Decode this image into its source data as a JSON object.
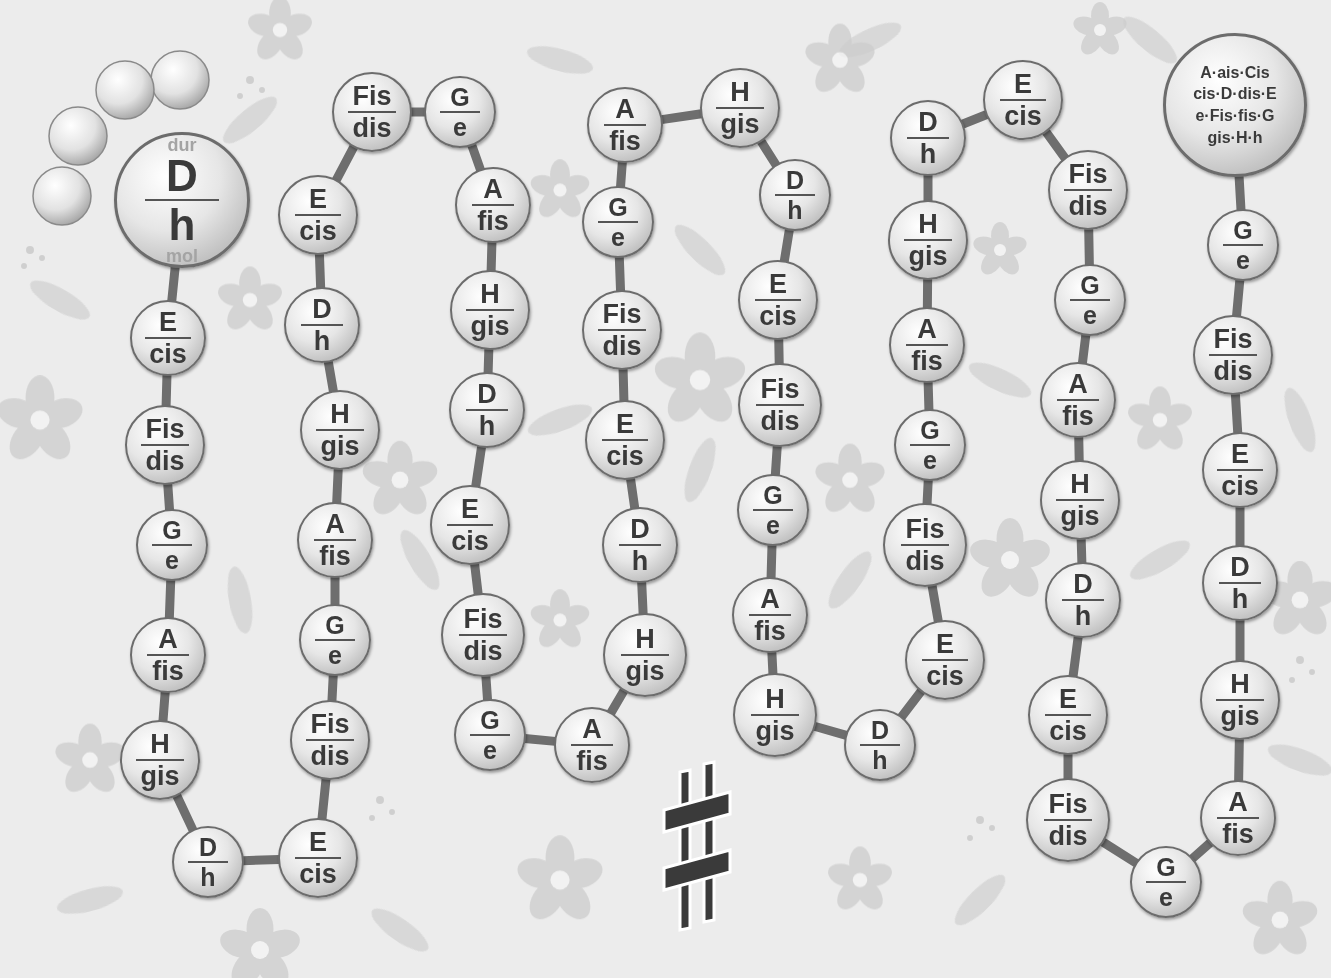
{
  "diagram": {
    "nodes": [
      {
        "text": [
          "D",
          "h",
          "dur",
          "mol"
        ]
      },
      {
        "text": [
          "E",
          "cis"
        ]
      },
      {
        "text": [
          "Fis",
          "dis"
        ]
      },
      {
        "text": [
          "G",
          "e"
        ]
      },
      {
        "text": [
          "A",
          "fis"
        ]
      },
      {
        "text": [
          "H",
          "gis"
        ]
      },
      {
        "text": [
          "D",
          "h"
        ]
      },
      {
        "text": [
          "E",
          "cis"
        ]
      },
      {
        "text": [
          "Fis",
          "dis"
        ]
      },
      {
        "text": [
          "G",
          "e"
        ]
      },
      {
        "text": [
          "A",
          "fis"
        ]
      },
      {
        "text": [
          "H",
          "gis"
        ]
      },
      {
        "text": [
          "D",
          "h"
        ]
      },
      {
        "text": [
          "E",
          "cis"
        ]
      },
      {
        "text": [
          "Fis",
          "dis"
        ]
      },
      {
        "text": [
          "G",
          "e"
        ]
      },
      {
        "text": [
          "A",
          "fis"
        ]
      },
      {
        "text": [
          "H",
          "gis"
        ]
      },
      {
        "text": [
          "D",
          "h"
        ]
      },
      {
        "text": [
          "E",
          "cis"
        ]
      },
      {
        "text": [
          "Fis",
          "dis"
        ]
      },
      {
        "text": [
          "G",
          "e"
        ]
      },
      {
        "text": [
          "A",
          "fis"
        ]
      },
      {
        "text": [
          "H",
          "gis"
        ]
      },
      {
        "text": [
          "D",
          "h"
        ]
      },
      {
        "text": [
          "E",
          "cis"
        ]
      },
      {
        "text": [
          "Fis",
          "dis"
        ]
      },
      {
        "text": [
          "G",
          "e"
        ]
      },
      {
        "text": [
          "A",
          "fis"
        ]
      },
      {
        "text": [
          "H",
          "gis"
        ]
      },
      {
        "text": [
          "D",
          "h"
        ]
      },
      {
        "text": [
          "E",
          "cis"
        ]
      },
      {
        "text": [
          "Fis",
          "dis"
        ]
      },
      {
        "text": [
          "G",
          "e"
        ]
      },
      {
        "text": [
          "A",
          "fis"
        ]
      },
      {
        "text": [
          "H",
          "gis"
        ]
      },
      {
        "text": [
          "D",
          "h"
        ]
      },
      {
        "text": [
          "E",
          "cis"
        ]
      },
      {
        "text": [
          "Fis",
          "dis"
        ]
      },
      {
        "text": [
          "G",
          "e"
        ]
      },
      {
        "text": [
          "A",
          "fis"
        ]
      },
      {
        "text": [
          "H",
          "gis"
        ]
      },
      {
        "text": [
          "D",
          "h"
        ]
      },
      {
        "text": [
          "E",
          "cis"
        ]
      },
      {
        "text": [
          "Fis",
          "dis"
        ]
      },
      {
        "text": [
          "G",
          "e"
        ]
      },
      {
        "text": [
          "A",
          "fis"
        ]
      },
      {
        "text": [
          "H",
          "gis"
        ]
      },
      {
        "text": [
          "D",
          "h"
        ]
      },
      {
        "text": [
          "E",
          "cis"
        ]
      },
      {
        "text": [
          "Fis",
          "dis"
        ]
      },
      {
        "text": [
          "G",
          "e"
        ]
      },
      {
        "text": [
          "A",
          "fis"
        ]
      },
      {
        "text": [
          "H",
          "gis"
        ]
      },
      {
        "text": [
          "D",
          "h"
        ]
      },
      {
        "text": [
          "E",
          "cis"
        ]
      },
      {
        "text": [
          "Fis",
          "dis"
        ]
      },
      {
        "text": [
          "G",
          "e"
        ]
      },
      {
        "text": [
          "A·ais·Cis cis·D·dis·E e·Fis·fis·G gis·H·h"
        ]
      }
    ],
    "edges": [
      {
        "from": 0,
        "to": 1,
        "arrow": "none"
      },
      {
        "from": 1,
        "to": 2,
        "arrow": "none"
      },
      {
        "from": 2,
        "to": 3,
        "arrow": "none"
      },
      {
        "from": 3,
        "to": 4,
        "arrow": "none"
      },
      {
        "from": 4,
        "to": 5,
        "arrow": "none"
      },
      {
        "from": 5,
        "to": 6,
        "arrow": "none"
      },
      {
        "from": 6,
        "to": 7,
        "arrow": "none"
      },
      {
        "from": 7,
        "to": 8,
        "arrow": "none"
      },
      {
        "from": 8,
        "to": 9,
        "arrow": "none"
      },
      {
        "from": 9,
        "to": 10,
        "arrow": "none"
      },
      {
        "from": 10,
        "to": 11,
        "arrow": "none"
      },
      {
        "from": 11,
        "to": 12,
        "arrow": "none"
      },
      {
        "from": 12,
        "to": 13,
        "arrow": "none"
      },
      {
        "from": 13,
        "to": 14,
        "arrow": "none"
      },
      {
        "from": 14,
        "to": 15,
        "arrow": "none"
      },
      {
        "from": 15,
        "to": 16,
        "arrow": "none"
      },
      {
        "from": 16,
        "to": 17,
        "arrow": "none"
      },
      {
        "from": 17,
        "to": 18,
        "arrow": "none"
      },
      {
        "from": 18,
        "to": 19,
        "arrow": "none"
      },
      {
        "from": 19,
        "to": 20,
        "arrow": "none"
      },
      {
        "from": 20,
        "to": 21,
        "arrow": "none"
      },
      {
        "from": 21,
        "to": 22,
        "arrow": "none"
      },
      {
        "from": 22,
        "to": 23,
        "arrow": "none"
      },
      {
        "from": 23,
        "to": 24,
        "arrow": "none"
      },
      {
        "from": 24,
        "to": 25,
        "arrow": "none"
      },
      {
        "from": 25,
        "to": 26,
        "arrow": "none"
      },
      {
        "from": 26,
        "to": 27,
        "arrow": "none"
      },
      {
        "from": 27,
        "to": 28,
        "arrow": "none"
      },
      {
        "from": 28,
        "to": 29,
        "arrow": "none"
      },
      {
        "from": 29,
        "to": 30,
        "arrow": "none"
      },
      {
        "from": 30,
        "to": 31,
        "arrow": "none"
      },
      {
        "from": 31,
        "to": 32,
        "arrow": "none"
      },
      {
        "from": 32,
        "to": 33,
        "arrow": "none"
      },
      {
        "from": 33,
        "to": 34,
        "arrow": "none"
      },
      {
        "from": 34,
        "to": 35,
        "arrow": "none"
      },
      {
        "from": 35,
        "to": 36,
        "arrow": "none"
      },
      {
        "from": 36,
        "to": 37,
        "arrow": "none"
      },
      {
        "from": 37,
        "to": 38,
        "arrow": "none"
      },
      {
        "from": 38,
        "to": 39,
        "arrow": "none"
      },
      {
        "from": 39,
        "to": 40,
        "arrow": "none"
      },
      {
        "from": 40,
        "to": 41,
        "arrow": "none"
      },
      {
        "from": 41,
        "to": 42,
        "arrow": "none"
      },
      {
        "from": 42,
        "to": 43,
        "arrow": "none"
      },
      {
        "from": 43,
        "to": 44,
        "arrow": "none"
      },
      {
        "from": 44,
        "to": 45,
        "arrow": "none"
      },
      {
        "from": 45,
        "to": 46,
        "arrow": "none"
      },
      {
        "from": 46,
        "to": 47,
        "arrow": "none"
      },
      {
        "from": 47,
        "to": 48,
        "arrow": "none"
      },
      {
        "from": 48,
        "to": 49,
        "arrow": "none"
      },
      {
        "from": 49,
        "to": 50,
        "arrow": "none"
      },
      {
        "from": 50,
        "to": 51,
        "arrow": "none"
      },
      {
        "from": 51,
        "to": 52,
        "arrow": "none"
      },
      {
        "from": 52,
        "to": 53,
        "arrow": "none"
      },
      {
        "from": 53,
        "to": 54,
        "arrow": "none"
      },
      {
        "from": 54,
        "to": 55,
        "arrow": "none"
      },
      {
        "from": 55,
        "to": 56,
        "arrow": "none"
      },
      {
        "from": 56,
        "to": 57,
        "arrow": "none"
      },
      {
        "from": 57,
        "to": 58,
        "arrow": "none"
      }
    ]
  }
}
